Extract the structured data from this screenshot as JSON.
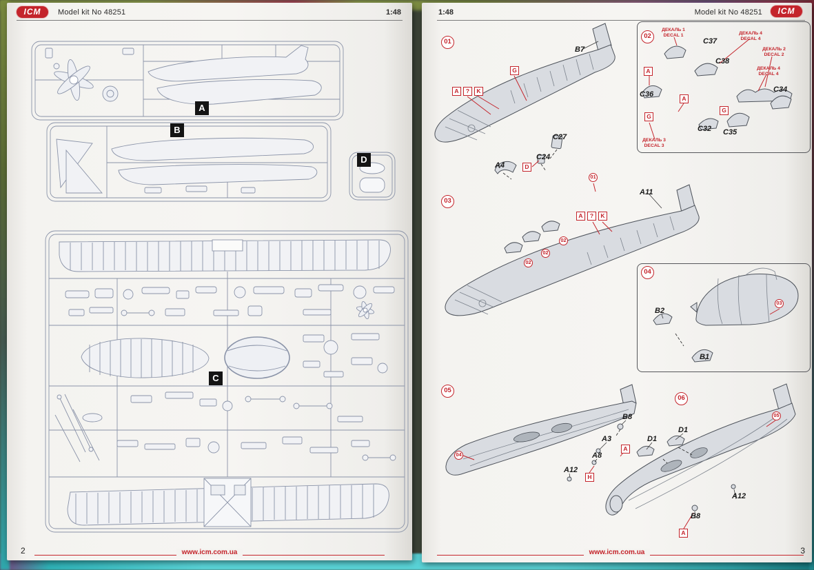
{
  "accent": "#c4242b",
  "left": {
    "logo_text": "ICM",
    "header_title": "Model kit No 48251",
    "header_scale": "1:48",
    "sprues": {
      "a": "A",
      "b": "B",
      "c": "C",
      "d": "D"
    },
    "footer": {
      "page_number": "2",
      "website": "www.icm.com.ua"
    }
  },
  "right": {
    "header_scale": "1:48",
    "header_title": "Model kit No 48251",
    "logo_text": "ICM",
    "step01": {
      "badge": "01",
      "b7": "B7",
      "paint_g": "G",
      "paint_a": "A",
      "paint_q": "?",
      "paint_k": "K",
      "c27": "C27",
      "c24": "C24",
      "paint_d": "D",
      "a4": "A4",
      "ref01": "01"
    },
    "step02": {
      "badge": "02",
      "decal1_ru": "ДЕКАЛЬ 1",
      "decal1_en": "DECAL 1",
      "decal2_ru": "ДЕКАЛЬ 2",
      "decal2_en": "DECAL 2",
      "decal3_ru": "ДЕКАЛЬ 3",
      "decal3_en": "DECAL 3",
      "decal4a_ru": "ДЕКАЛЬ 4",
      "decal4a_en": "DECAL 4",
      "decal4b_ru": "ДЕКАЛЬ 4",
      "decal4b_en": "DECAL 4",
      "c37": "C37",
      "c38": "C38",
      "c36": "C36",
      "c34": "C34",
      "c32": "C32",
      "c35": "C35",
      "paint_a1": "A",
      "paint_a2": "A",
      "paint_g1": "G",
      "paint_g2": "G"
    },
    "step03": {
      "badge": "03",
      "a11": "A11",
      "paint_a": "A",
      "paint_q": "?",
      "paint_k": "K",
      "ref02": "02"
    },
    "step04": {
      "badge": "04",
      "b2": "B2",
      "b1": "B1",
      "ref03": "03"
    },
    "step05": {
      "badge": "05",
      "b8": "B8",
      "a3": "A3",
      "a8": "A8",
      "a12": "A12",
      "paint_a": "A",
      "paint_h": "H",
      "d1a": "D1",
      "d1b": "D1",
      "ref04": "04"
    },
    "step06": {
      "badge": "06",
      "a12": "A12",
      "b8": "B8",
      "paint_a": "A",
      "ref05": "05"
    },
    "footer": {
      "website": "www.icm.com.ua",
      "page_number": "3"
    }
  }
}
